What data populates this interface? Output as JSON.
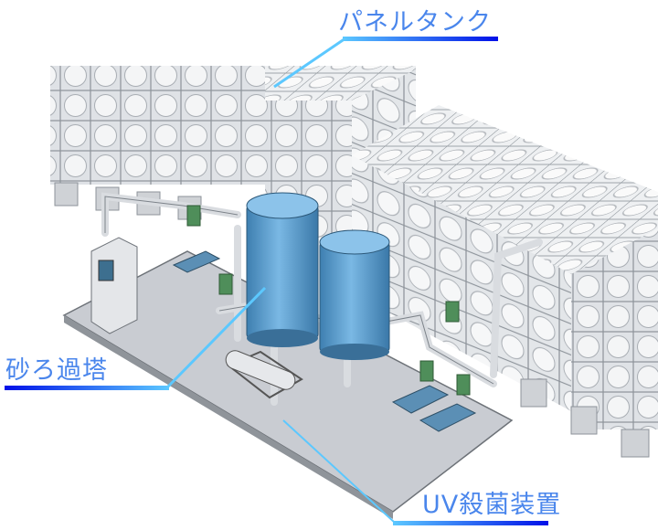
{
  "labels": {
    "panel_tank": "パネルタンク",
    "sand_filter": "砂ろ過塔",
    "uv_sterilizer": "UV殺菌装置"
  },
  "colors": {
    "label_text": "#4a86ec",
    "leader_light": "#5cc8ff",
    "leader_dark": "#0010e8",
    "vessel": "#5b9fcf",
    "panel": "#eceef0",
    "base": "#c9ccd2"
  }
}
